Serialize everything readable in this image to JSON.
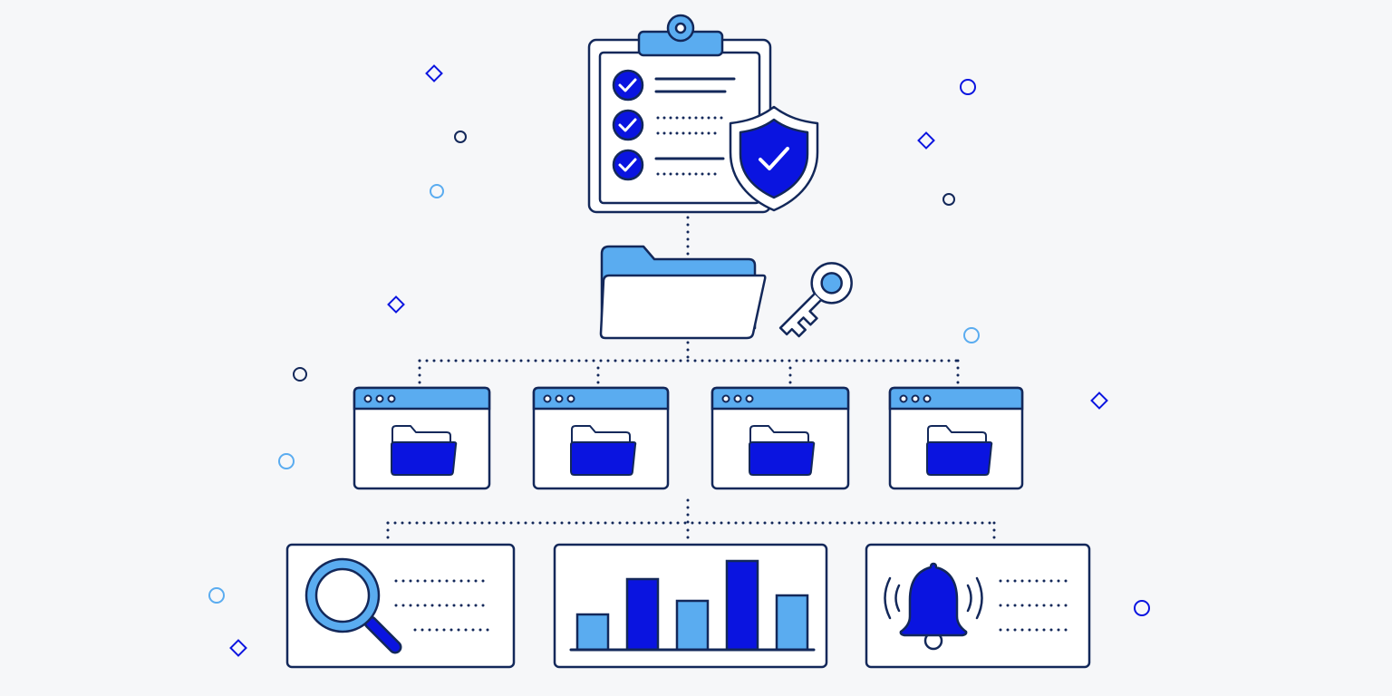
{
  "colors": {
    "background": "#f6f7f9",
    "outline": "#13285a",
    "primary_blue": "#0a14e0",
    "light_blue": "#5aacf0",
    "panel_fill": "#ffffff",
    "folder_back": "#5aacf0"
  },
  "icons": {
    "top": [
      "clipboard-icon",
      "shield-check-icon"
    ],
    "middle": [
      "folder-icon",
      "key-icon"
    ],
    "windows": [
      "folder-window-icon",
      "folder-window-icon",
      "folder-window-icon",
      "folder-window-icon"
    ],
    "bottom": [
      "magnifier-icon",
      "bar-chart-icon",
      "bell-icon"
    ]
  },
  "checklist": {
    "checked_items": 3
  },
  "bar_chart": {
    "values": [
      0.4,
      0.8,
      0.55,
      1.0,
      0.61
    ]
  }
}
